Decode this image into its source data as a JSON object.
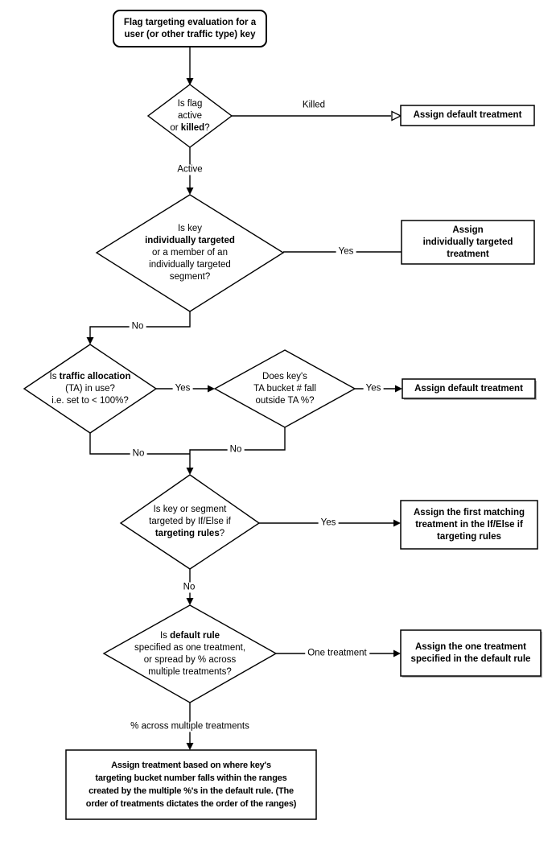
{
  "nodes": {
    "start": {
      "line1": "Flag targeting evaluation for a",
      "line2": "user (or other traffic type) key"
    },
    "is_flag_active": {
      "line1": "Is flag",
      "line2": "active",
      "line3_pre": "or ",
      "line3_bold": "killed",
      "line3_post": "?"
    },
    "assign_default_1": {
      "text": "Assign default treatment"
    },
    "is_individually_targeted": {
      "line1": "Is key",
      "line2_bold": "individually targeted",
      "line3": "or a member of an",
      "line4": "individually targeted",
      "line5": "segment?"
    },
    "assign_individual": {
      "line1": "Assign",
      "line2": "individually targeted",
      "line3": "treatment"
    },
    "is_traffic_allocation": {
      "line1_pre": "Is ",
      "line1_bold": "traffic allocation",
      "line2": "(TA) in use?",
      "line3": "i.e. set to < 100%?"
    },
    "ta_bucket": {
      "line1": "Does key's",
      "line2": "TA bucket # fall",
      "line3": "outside TA %?"
    },
    "assign_default_2": {
      "text": "Assign default treatment"
    },
    "if_else_rules": {
      "line1": "Is key or segment",
      "line2": "targeted by If/Else if",
      "line3_bold": "targeting rules",
      "line3_post": "?"
    },
    "assign_first_matching": {
      "line1": "Assign the first matching",
      "line2": "treatment in the If/Else if",
      "line3": "targeting rules"
    },
    "default_rule": {
      "line1_pre": "Is ",
      "line1_bold": "default rule",
      "line2": "specified as one treatment,",
      "line3": "or spread by % across",
      "line4": "multiple treatments?"
    },
    "assign_one_treatment": {
      "line1": "Assign the one treatment",
      "line2": "specified in the default rule"
    },
    "assign_by_ranges": {
      "line1": "Assign treatment based on where key's",
      "line2": "targeting bucket number falls within the ranges",
      "line3": "created by the multiple %'s in the default rule. (The",
      "line4": "order of treatments dictates the order of the ranges)"
    }
  },
  "edge_labels": {
    "killed": "Killed",
    "active": "Active",
    "yes_individual": "Yes",
    "no_individual": "No",
    "yes_ta": "Yes",
    "yes_bucket": "Yes",
    "no_ta": "No",
    "no_bucket": "No",
    "yes_rules": "Yes",
    "no_rules": "No",
    "one_treatment": "One treatment",
    "pct_multiple": "% across multiple treatments"
  },
  "colors": {
    "stroke": "#000000",
    "fill": "#ffffff",
    "background": "#ffffff",
    "shadow": "#b3b3b3"
  }
}
